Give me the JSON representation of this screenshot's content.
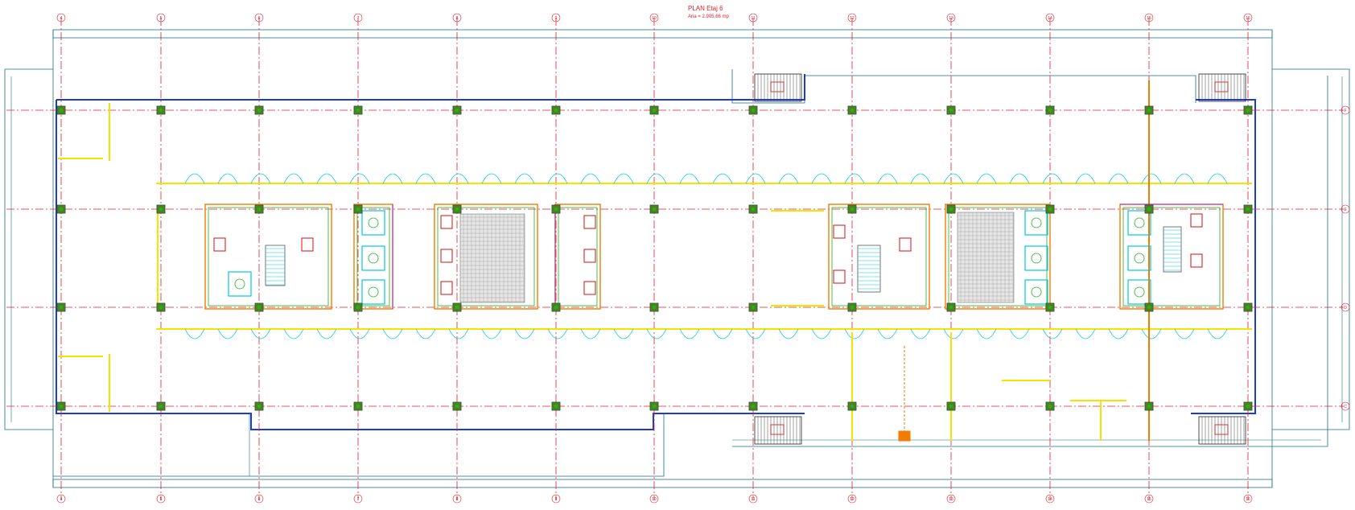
{
  "drawing": {
    "title": "PLAN  Etaj 6",
    "subtitle": "Aria = 2.905,66 mp"
  },
  "grid": {
    "columns": [
      "4",
      "5",
      "6",
      "7",
      "8",
      "9",
      "10",
      "11",
      "12",
      "13",
      "14",
      "15",
      "16"
    ],
    "rows": [
      "F",
      "E",
      "D",
      "C"
    ]
  },
  "palette": {
    "axis": "#e0202a",
    "outer_wall": "#1a3bd6",
    "structure": "#1f6f8b",
    "cyan": "#00c8e0",
    "yellow": "#f2e600",
    "magenta": "#c020c0",
    "green": "#20b020",
    "orange": "#f07d00",
    "column_fill": "#20b020"
  }
}
